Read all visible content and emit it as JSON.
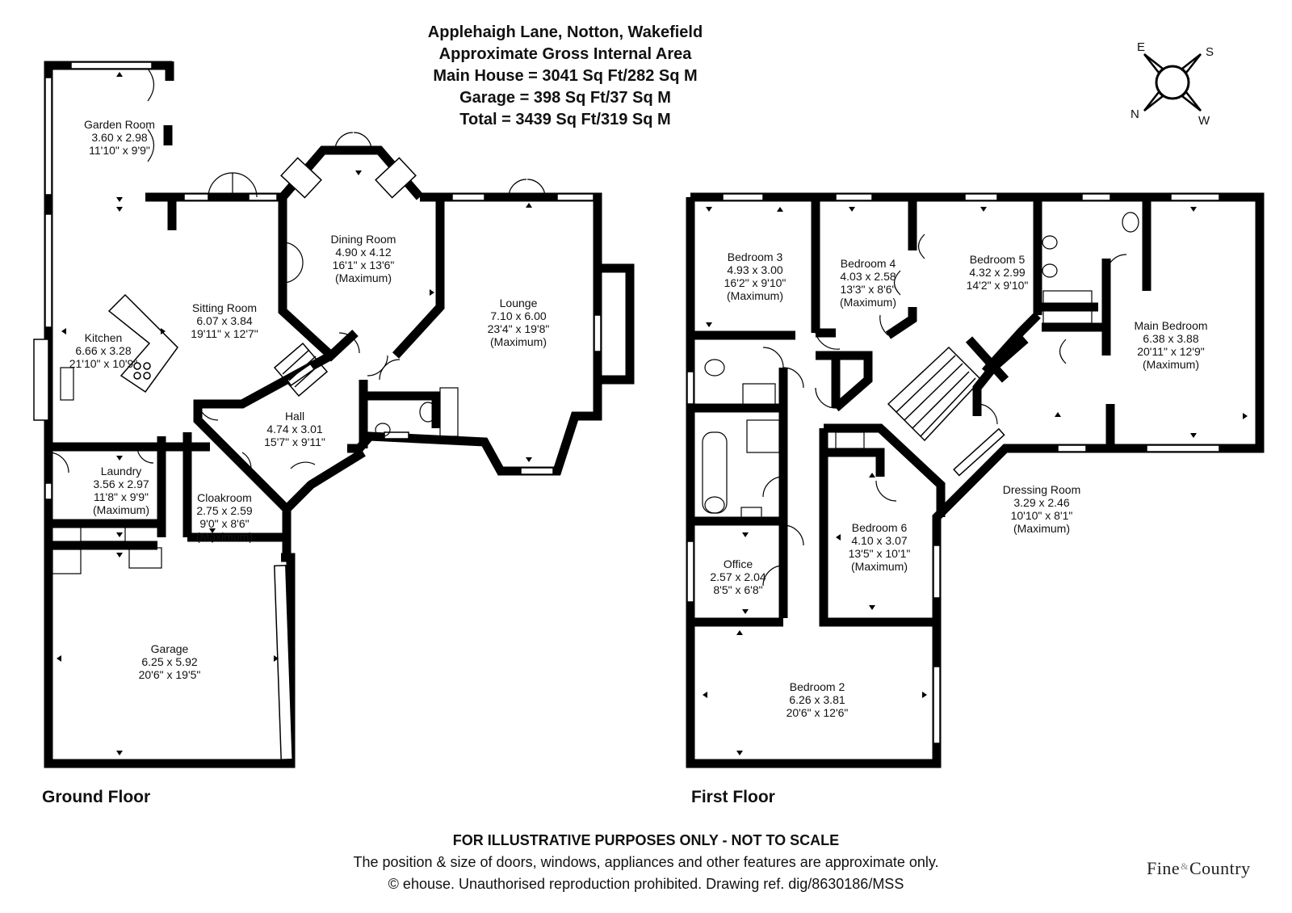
{
  "header": {
    "address": "Applehaigh Lane, Notton, Wakefield",
    "subtitle": "Approximate Gross Internal Area",
    "main_house": "Main House = 3041 Sq Ft/282 Sq M",
    "garage": "Garage = 398 Sq Ft/37 Sq M",
    "total": "Total = 3439 Sq Ft/319 Sq M"
  },
  "compass": {
    "e": "E",
    "s": "S",
    "n": "N",
    "w": "W"
  },
  "ground_floor": {
    "label": "Ground Floor",
    "rooms": [
      {
        "key": "garden-room",
        "name": "Garden Room",
        "metric": "3.60 x 2.98",
        "imperial": "11'10\" x 9'9\"",
        "note": ""
      },
      {
        "key": "sitting-room",
        "name": "Sitting Room",
        "metric": "6.07 x 3.84",
        "imperial": "19'11\" x 12'7\"",
        "note": ""
      },
      {
        "key": "dining-room",
        "name": "Dining Room",
        "metric": "4.90 x 4.12",
        "imperial": "16'1\" x 13'6\"",
        "note": "(Maximum)"
      },
      {
        "key": "lounge",
        "name": "Lounge",
        "metric": "7.10 x 6.00",
        "imperial": "23'4\" x 19'8\"",
        "note": "(Maximum)"
      },
      {
        "key": "kitchen",
        "name": "Kitchen",
        "metric": "6.66 x 3.28",
        "imperial": "21'10\" x 10'9\"",
        "note": ""
      },
      {
        "key": "hall",
        "name": "Hall",
        "metric": "4.74 x 3.01",
        "imperial": "15'7\" x 9'11\"",
        "note": ""
      },
      {
        "key": "laundry",
        "name": "Laundry",
        "metric": "3.56 x 2.97",
        "imperial": "11'8\" x 9'9\"",
        "note": "(Maximum)"
      },
      {
        "key": "cloakroom",
        "name": "Cloakroom",
        "metric": "2.75 x 2.59",
        "imperial": "9'0\" x 8'6\"",
        "note": "(Maximum)"
      },
      {
        "key": "garage",
        "name": "Garage",
        "metric": "6.25 x 5.92",
        "imperial": "20'6\" x 19'5\"",
        "note": ""
      }
    ]
  },
  "first_floor": {
    "label": "First Floor",
    "rooms": [
      {
        "key": "bedroom-3",
        "name": "Bedroom 3",
        "metric": "4.93 x 3.00",
        "imperial": "16'2\" x 9'10\"",
        "note": "(Maximum)"
      },
      {
        "key": "bedroom-4",
        "name": "Bedroom 4",
        "metric": "4.03 x 2.58",
        "imperial": "13'3\" x 8'6\"",
        "note": "(Maximum)"
      },
      {
        "key": "bedroom-5",
        "name": "Bedroom 5",
        "metric": "4.32 x 2.99",
        "imperial": "14'2\" x 9'10\"",
        "note": ""
      },
      {
        "key": "main-bedroom",
        "name": "Main Bedroom",
        "metric": "6.38 x 3.88",
        "imperial": "20'11\" x 12'9\"",
        "note": "(Maximum)"
      },
      {
        "key": "dressing-room",
        "name": "Dressing Room",
        "metric": "3.29 x 2.46",
        "imperial": "10'10\" x 8'1\"",
        "note": "(Maximum)"
      },
      {
        "key": "bedroom-6",
        "name": "Bedroom 6",
        "metric": "4.10 x 3.07",
        "imperial": "13'5\" x 10'1\"",
        "note": "(Maximum)"
      },
      {
        "key": "office",
        "name": "Office",
        "metric": "2.57 x 2.04",
        "imperial": "8'5\" x 6'8\"",
        "note": ""
      },
      {
        "key": "bedroom-2",
        "name": "Bedroom 2",
        "metric": "6.26 x 3.81",
        "imperial": "20'6\" x 12'6\"",
        "note": ""
      }
    ]
  },
  "footer": {
    "disclaimer": "FOR ILLUSTRATIVE PURPOSES ONLY - NOT TO SCALE",
    "note": "The position & size of doors, windows, appliances and other features are approximate only.",
    "copyright": "© ehouse. Unauthorised reproduction prohibited. Drawing ref. dig/8630186/MSS"
  },
  "brand": {
    "left": "Fine",
    "amp": "&",
    "right": "Country"
  },
  "colors": {
    "wall": "#000000",
    "window": "#ffffff",
    "text": "#111111"
  }
}
